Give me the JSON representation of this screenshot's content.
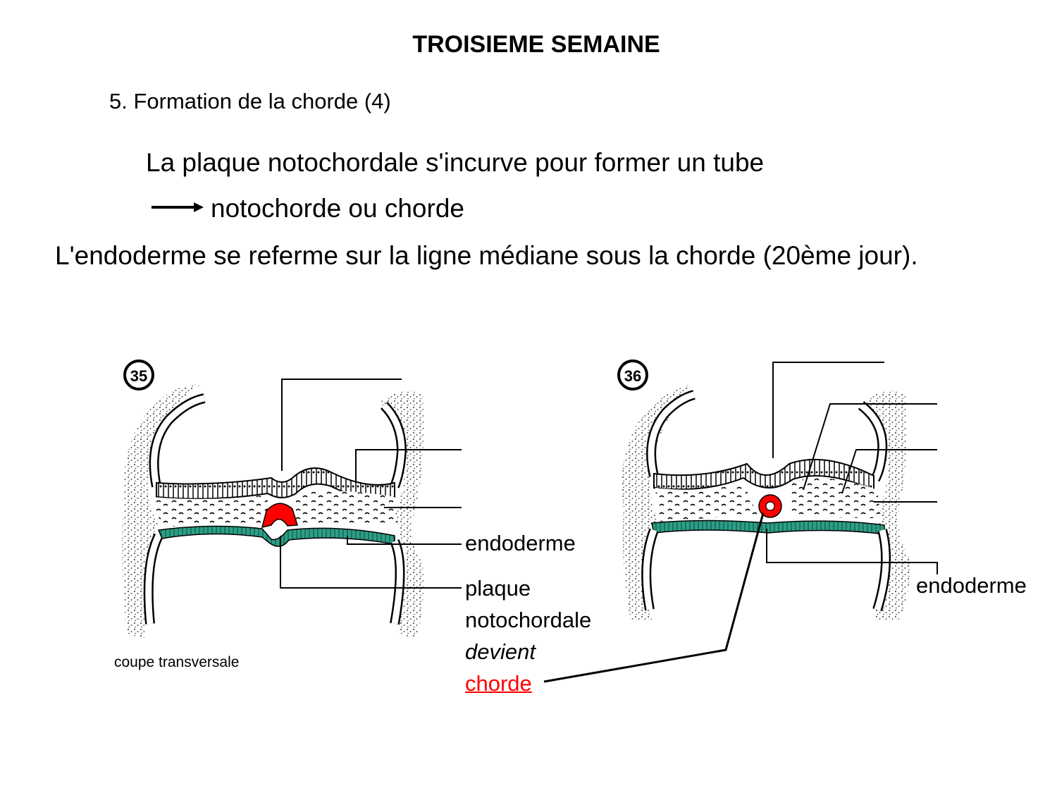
{
  "header": {
    "title": "TROISIEME SEMAINE",
    "subtitle": "5. Formation de la chorde (4)"
  },
  "body_text": {
    "line1": "La plaque notochordale s'incurve pour former un tube",
    "line2": "notochorde ou chorde",
    "line3": "L'endoderme se referme sur la ligne médiane sous la chorde (20ème jour)."
  },
  "figure_35": {
    "number": "35",
    "label_endoderme": "endoderme",
    "label_plaque": "plaque",
    "label_notochordale": "notochordale",
    "label_devient": "devient",
    "label_chorde": "chorde",
    "caption": "coupe transversale"
  },
  "figure_36": {
    "number": "36",
    "label_endoderme": "endoderme"
  },
  "colors": {
    "highlight_red": "#ff0000",
    "endoderm_teal": "#2e9e86",
    "stipple_gray": "#7a7a7a"
  }
}
